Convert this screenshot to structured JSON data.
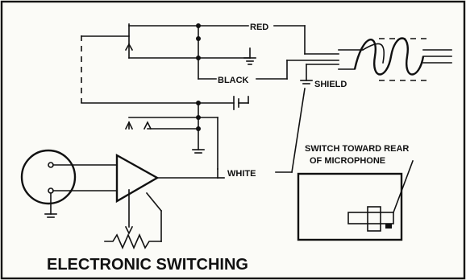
{
  "title": "ELECTRONIC SWITCHING",
  "labels": {
    "red": "RED",
    "black": "BLACK",
    "shield": "SHIELD",
    "white": "WHITE",
    "switch_line1": "SWITCH TOWARD REAR",
    "switch_line2": "OF MICROPHONE"
  },
  "colors": {
    "ink": "#111111",
    "paper": "#fbfbf7"
  }
}
